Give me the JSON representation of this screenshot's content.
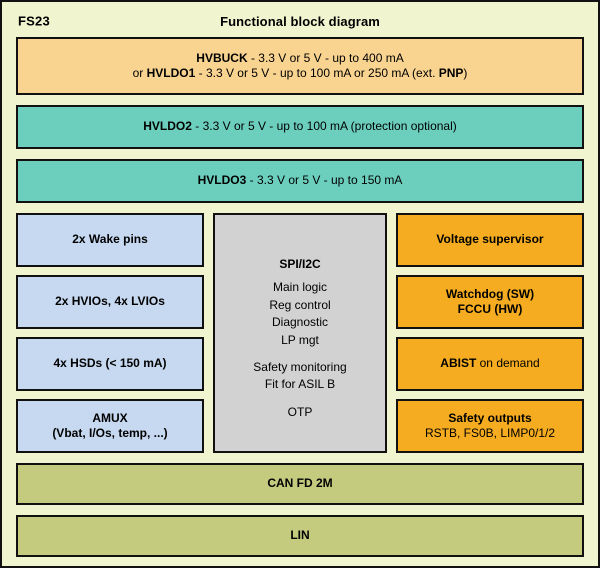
{
  "header": {
    "part_id": "FS23",
    "title": "Functional block diagram"
  },
  "colors": {
    "canvas": "#f0f5cf",
    "border": "#111111",
    "buck": "#f9d491",
    "ldo": "#6ccfbe",
    "io": "#c6d9f1",
    "core": "#d2d2d2",
    "safety": "#f5ac20",
    "network": "#c4ca7e"
  },
  "supplies": {
    "hvbuck": {
      "line1_bold": "HVBUCK",
      "line1_rest": " - 3.3 V or 5 V - up to 400 mA",
      "line2_pre": "or ",
      "line2_bold": "HVLDO1",
      "line2_mid": " - 3.3 V or 5 V - up to 100 mA or 250 mA (ext. ",
      "line2_bold2": "PNP",
      "line2_end": ")"
    },
    "hvldo2": {
      "bold": "HVLDO2",
      "rest": " - 3.3 V or 5 V - up to 100 mA (protection optional)"
    },
    "hvldo3": {
      "bold": "HVLDO3",
      "rest": " - 3.3 V or 5 V - up to 150 mA"
    }
  },
  "left_column": [
    {
      "name": "wake-pins",
      "line1": "2x Wake pins",
      "line2": ""
    },
    {
      "name": "hvios-lvios",
      "line1": "2x HVIOs, 4x LVIOs",
      "line2": ""
    },
    {
      "name": "hsds",
      "line1": "4x HSDs (< 150 mA)",
      "line2": ""
    },
    {
      "name": "amux",
      "line1": "AMUX",
      "line2": "(Vbat, I/Os, temp, ...)"
    }
  ],
  "center": {
    "interface": "SPI/I2C",
    "group1": [
      "Main logic",
      "Reg control",
      "Diagnostic",
      "LP mgt"
    ],
    "group2": [
      "Safety monitoring",
      "Fit for ASIL B"
    ],
    "group3": [
      "OTP"
    ]
  },
  "right_column": [
    {
      "name": "voltage-supervisor",
      "line1": "Voltage supervisor",
      "line2": ""
    },
    {
      "name": "watchdog-fccu",
      "line1": "Watchdog (SW)",
      "line2": "FCCU (HW)"
    },
    {
      "name": "abist",
      "line1_bold": "ABIST",
      "line1_rest": " on demand",
      "line2": ""
    },
    {
      "name": "safety-outputs",
      "line1": "Safety outputs",
      "line2": "RSTB, FS0B, LIMP0/1/2"
    }
  ],
  "network": [
    {
      "name": "can-fd",
      "label": "CAN FD 2M"
    },
    {
      "name": "lin",
      "label": "LIN"
    }
  ]
}
